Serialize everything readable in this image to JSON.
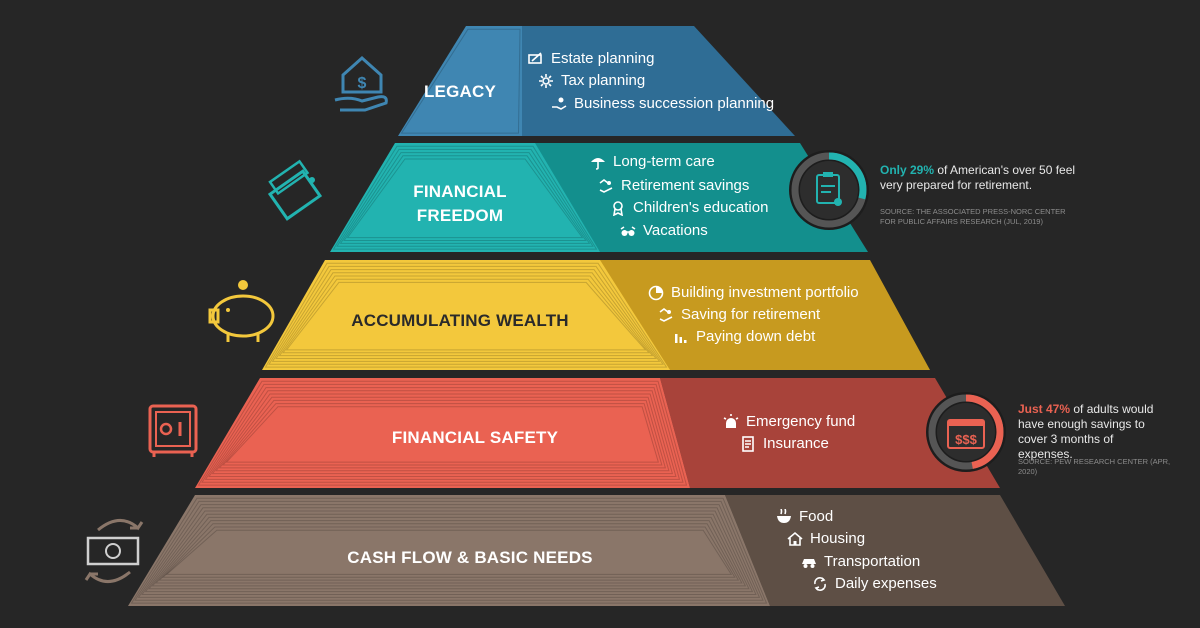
{
  "colors": {
    "background": "#262626",
    "legacy": "#3f86b2",
    "legacy_dark": "#2f6d95",
    "freedom": "#22b3b0",
    "freedom_dark": "#138f8d",
    "wealth": "#f3c83c",
    "wealth_dark": "#c79a1f",
    "safety": "#ea6252",
    "safety_dark": "#a8433a",
    "basic": "#8a7669",
    "basic_dark": "#5e4f45"
  },
  "levels": [
    {
      "title_lines": [
        "LEGACY"
      ],
      "items": [
        {
          "icon": "pen-document-icon",
          "label": "Estate planning"
        },
        {
          "icon": "gear-cog-icon",
          "label": "Tax planning"
        },
        {
          "icon": "hand-coins-icon",
          "label": "Business succession planning"
        }
      ],
      "side_icon": "house-dollar-hand-icon"
    },
    {
      "title_lines": [
        "FINANCIAL",
        "FREEDOM"
      ],
      "items": [
        {
          "icon": "umbrella-icon",
          "label": "Long-term care"
        },
        {
          "icon": "hand-money-icon",
          "label": "Retirement savings"
        },
        {
          "icon": "award-ribbon-icon",
          "label": "Children's education"
        },
        {
          "icon": "sunglasses-icon",
          "label": "Vacations"
        }
      ],
      "side_icon": "wallet-cash-icon"
    },
    {
      "title_lines": [
        "ACCUMULATING WEALTH"
      ],
      "items": [
        {
          "icon": "pie-chart-icon",
          "label": "Building investment portfolio"
        },
        {
          "icon": "hand-money-icon",
          "label": "Saving for retirement"
        },
        {
          "icon": "bar-chart-down-icon",
          "label": "Paying down debt"
        }
      ],
      "side_icon": "piggy-bank-icon"
    },
    {
      "title_lines": [
        "FINANCIAL SAFETY"
      ],
      "items": [
        {
          "icon": "siren-icon",
          "label": "Emergency fund"
        },
        {
          "icon": "document-icon",
          "label": "Insurance"
        }
      ],
      "side_icon": "safe-icon"
    },
    {
      "title_lines": [
        "CASH FLOW & BASIC NEEDS"
      ],
      "items": [
        {
          "icon": "food-bowl-icon",
          "label": "Food"
        },
        {
          "icon": "house-icon",
          "label": "Housing"
        },
        {
          "icon": "car-icon",
          "label": "Transportation"
        },
        {
          "icon": "cycle-arrows-icon",
          "label": "Daily expenses"
        }
      ],
      "side_icon": "cash-exchange-icon"
    }
  ],
  "stats": [
    {
      "highlight": "Only 29%",
      "text": " of American's over 50 feel very prepared for retirement.",
      "source": "SOURCE: THE ASSOCIATED PRESS-NORC CENTER FOR PUBLIC AFFAIRS RESEARCH (JUL, 2019)",
      "percent": 29,
      "icon": "clipboard-check-icon",
      "color": "#22b3b0"
    },
    {
      "highlight": "Just 47%",
      "text": " of adults would have enough savings to cover 3 months of expenses.",
      "source": "SOURCE: PEW RESEARCH CENTER (APR, 2020)",
      "percent": 47,
      "icon": "calendar-dollars-icon",
      "color": "#ea6252"
    }
  ]
}
